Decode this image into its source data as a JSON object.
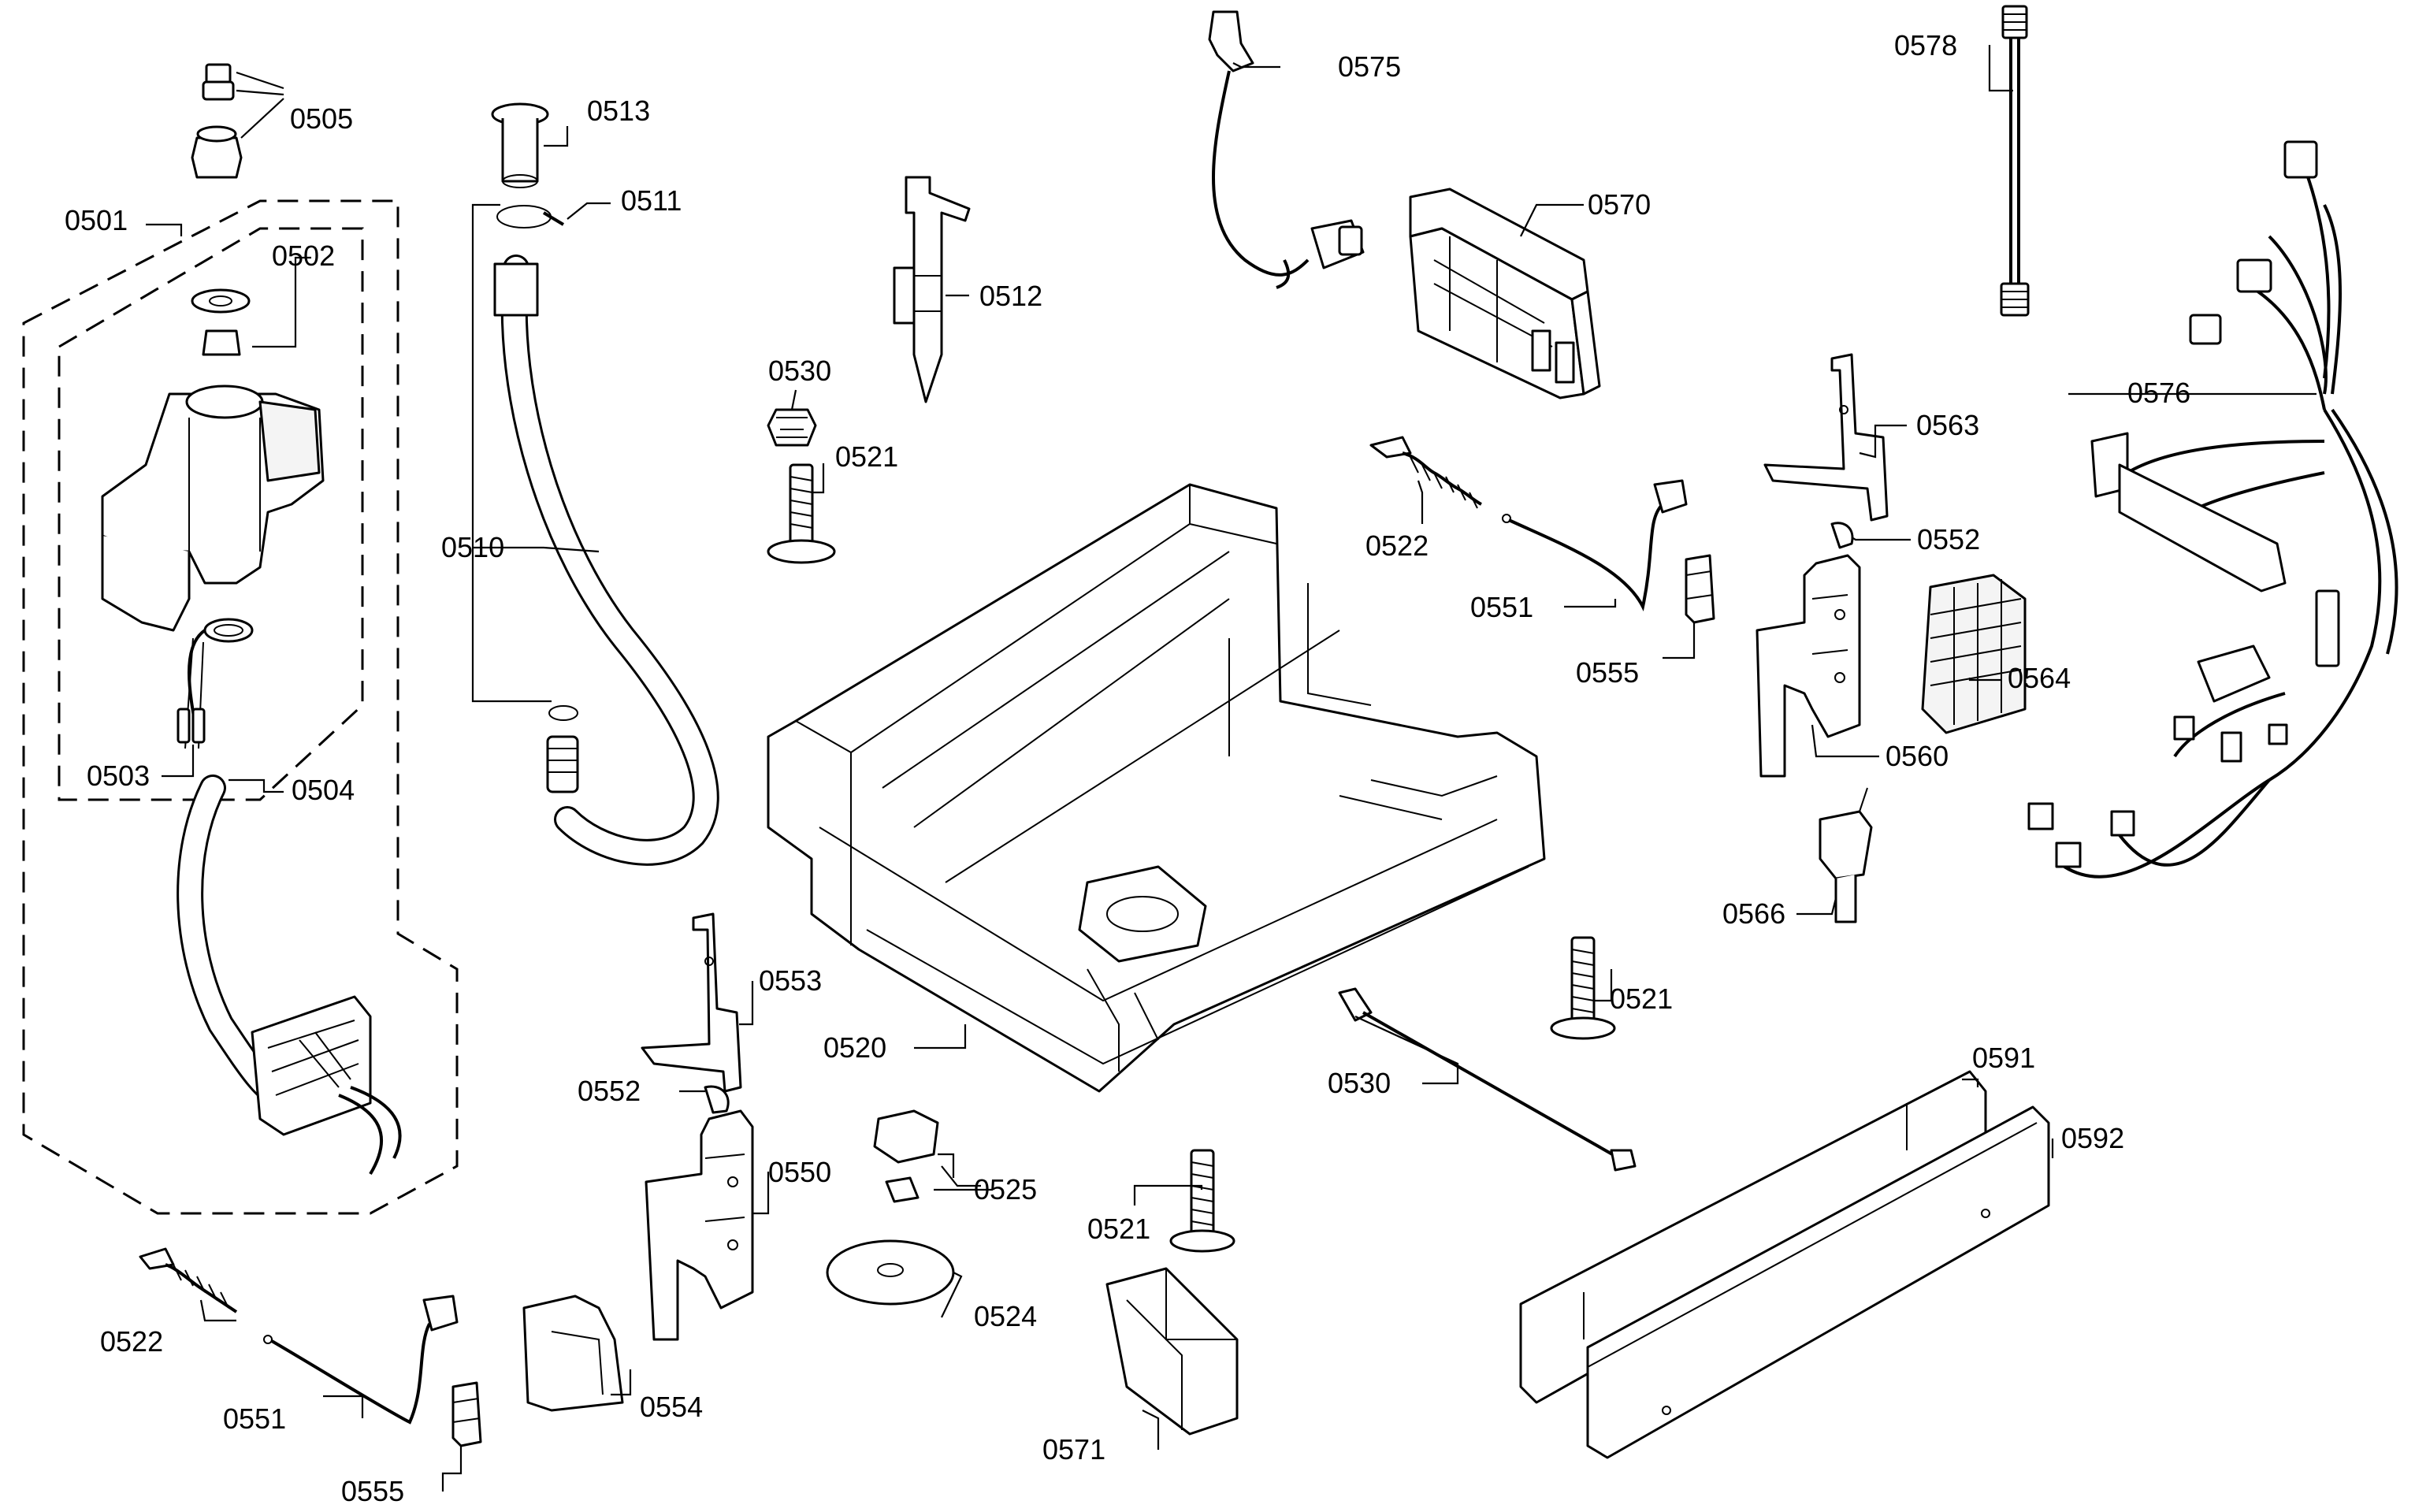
{
  "diagram": {
    "parts": [
      {
        "id": "p0505",
        "label": "0505"
      },
      {
        "id": "p0501",
        "label": "0501"
      },
      {
        "id": "p0502",
        "label": "0502"
      },
      {
        "id": "p0503",
        "label": "0503"
      },
      {
        "id": "p0504",
        "label": "0504"
      },
      {
        "id": "p0513",
        "label": "0513"
      },
      {
        "id": "p0511",
        "label": "0511"
      },
      {
        "id": "p0510",
        "label": "0510"
      },
      {
        "id": "p0512",
        "label": "0512"
      },
      {
        "id": "p0530a",
        "label": "0530"
      },
      {
        "id": "p0521a",
        "label": "0521"
      },
      {
        "id": "p0575",
        "label": "0575"
      },
      {
        "id": "p0570",
        "label": "0570"
      },
      {
        "id": "p0578",
        "label": "0578"
      },
      {
        "id": "p0576",
        "label": "0576"
      },
      {
        "id": "p0563",
        "label": "0563"
      },
      {
        "id": "p0522a",
        "label": "0522"
      },
      {
        "id": "p0552a",
        "label": "0552"
      },
      {
        "id": "p0551a",
        "label": "0551"
      },
      {
        "id": "p0555a",
        "label": "0555"
      },
      {
        "id": "p0564",
        "label": "0564"
      },
      {
        "id": "p0560",
        "label": "0560"
      },
      {
        "id": "p0566",
        "label": "0566"
      },
      {
        "id": "p0521b",
        "label": "0521"
      },
      {
        "id": "p0553",
        "label": "0553"
      },
      {
        "id": "p0520",
        "label": "0520"
      },
      {
        "id": "p0552b",
        "label": "0552"
      },
      {
        "id": "p0550",
        "label": "0550"
      },
      {
        "id": "p0525",
        "label": "0525"
      },
      {
        "id": "p0530b",
        "label": "0530"
      },
      {
        "id": "p0591",
        "label": "0591"
      },
      {
        "id": "p0592",
        "label": "0592"
      },
      {
        "id": "p0521c",
        "label": "0521"
      },
      {
        "id": "p0524",
        "label": "0524"
      },
      {
        "id": "p0522b",
        "label": "0522"
      },
      {
        "id": "p0551b",
        "label": "0551"
      },
      {
        "id": "p0554",
        "label": "0554"
      },
      {
        "id": "p0571",
        "label": "0571"
      },
      {
        "id": "p0555b",
        "label": "0555"
      }
    ]
  }
}
